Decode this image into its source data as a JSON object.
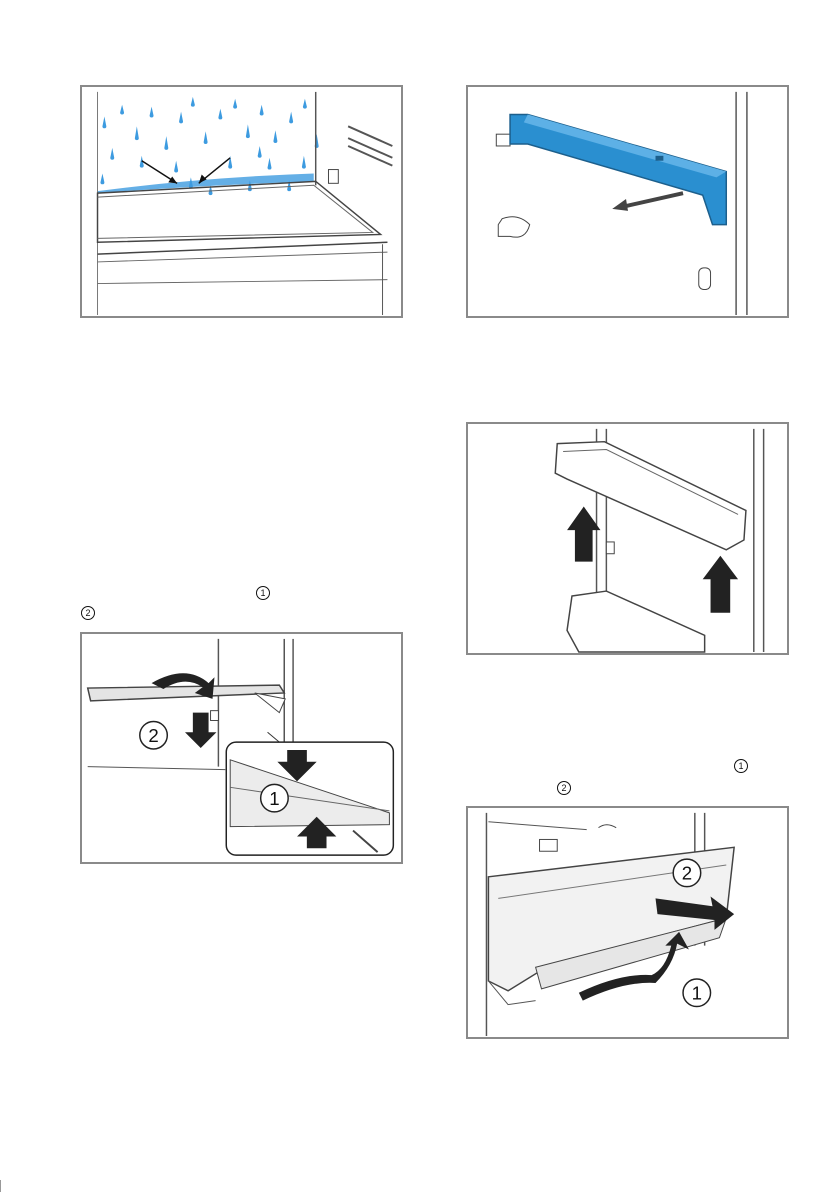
{
  "step_markers": {
    "left_step1": "1",
    "left_step2": "2",
    "right_step1": "1",
    "right_step2": "2"
  },
  "figures": {
    "shelf": {
      "label1": "1",
      "label2": "2"
    },
    "crisper": {
      "label1": "1",
      "label2": "2"
    }
  },
  "colors": {
    "frame": "#8a8a8a",
    "accent_blue": "#2a8fd0",
    "water_blue": "#3d9be0"
  }
}
